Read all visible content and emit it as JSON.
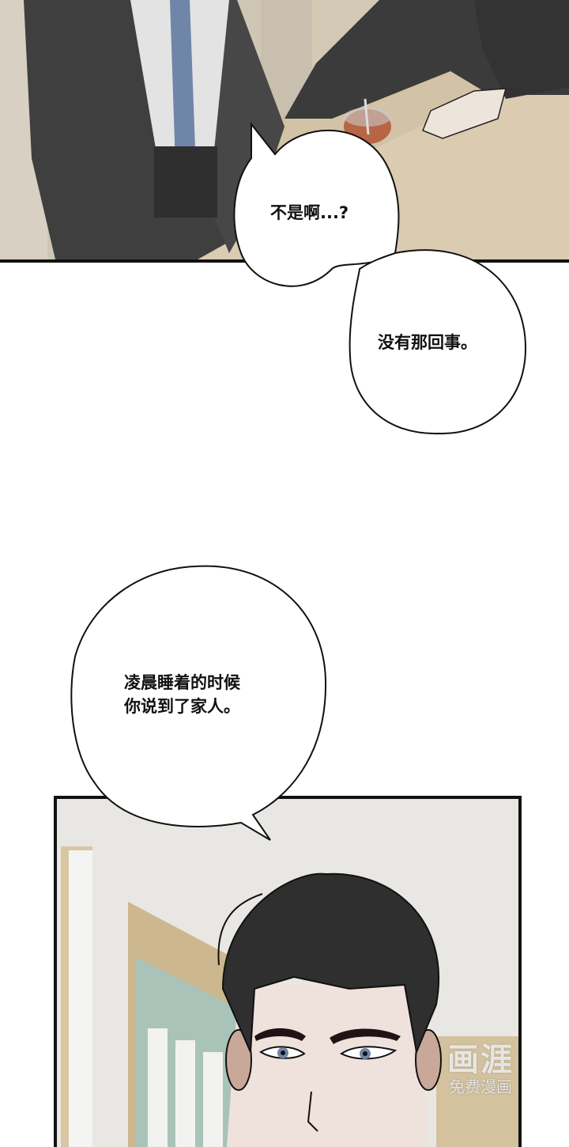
{
  "comic": {
    "panels": [
      {
        "id": "panel-1",
        "scene": "Two men in dark suits at a wooden table, one with blue tie, iced drink cup on table"
      },
      {
        "id": "panel-2",
        "scene": "Close-up of dark-haired man with blue eyes in hallway"
      }
    ],
    "bubbles": [
      {
        "id": "bubble-1",
        "lines": [
          "不是啊...?"
        ]
      },
      {
        "id": "bubble-2",
        "lines": [
          "没有那回事。"
        ]
      },
      {
        "id": "bubble-3",
        "lines": [
          "凌晨睡着的时候",
          "你说到了家人。"
        ]
      }
    ],
    "watermark": {
      "main": "画涯",
      "sub": "免费漫画"
    },
    "colors": {
      "panel_border": "#111111",
      "table_wood": "#d9cbb2",
      "suit_dark": "#3a3a3a",
      "tie_blue": "#6f86a8",
      "hair": "#2e2e2e",
      "skin": "#efe2dc",
      "eye_blue": "#6f84a6",
      "wall_green": "#a9c3b8"
    }
  }
}
